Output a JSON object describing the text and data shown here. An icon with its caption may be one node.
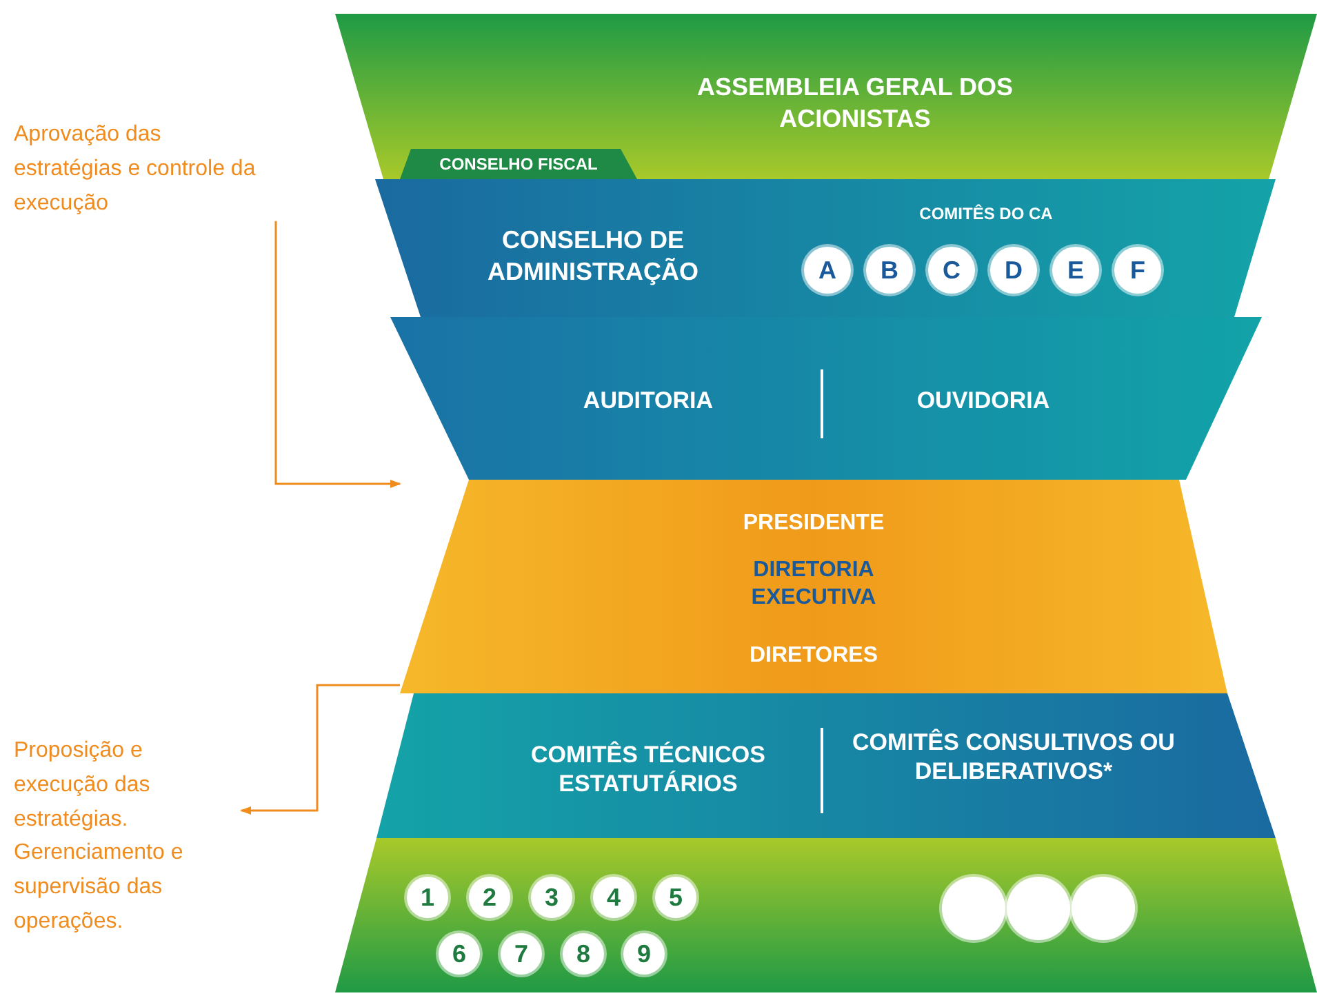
{
  "diagram": {
    "nodes": [
      {
        "text": [
          "ASSEMBLEIA GERAL DOS ACIONISTAS"
        ]
      },
      {
        "text": [
          "CONSELHO FISCAL"
        ],
        "in": 0
      },
      {
        "text": [
          "CONSELHO DE ADMINISTRAÇÃO",
          "COMITÊS DO CA"
        ]
      },
      {
        "text": [
          "A"
        ],
        "in": 2
      },
      {
        "text": [
          "B"
        ],
        "in": 2
      },
      {
        "text": [
          "C"
        ],
        "in": 2
      },
      {
        "text": [
          "D"
        ],
        "in": 2
      },
      {
        "text": [
          "E"
        ],
        "in": 2
      },
      {
        "text": [
          "F"
        ],
        "in": 2
      },
      {
        "text": [
          "AUDITORIA",
          "OUVIDORIA"
        ]
      },
      {
        "text": [
          "PRESIDENTE",
          "DIRETORIA EXECUTIVA",
          "DIRETORES"
        ]
      },
      {
        "text": [
          "COMITÊS TÉCNICOS ESTATUTÁRIOS",
          "COMITÊS CONSULTIVOS OU DELIBERATIVOS*"
        ]
      },
      {
        "text": [],
        "shape": "box"
      },
      {
        "text": [
          "1"
        ],
        "in": 12
      },
      {
        "text": [
          "2"
        ],
        "in": 12
      },
      {
        "text": [
          "3"
        ],
        "in": 12
      },
      {
        "text": [
          "4"
        ],
        "in": 12
      },
      {
        "text": [
          "5"
        ],
        "in": 12
      },
      {
        "text": [
          "6"
        ],
        "in": 12
      },
      {
        "text": [
          "7"
        ],
        "in": 12
      },
      {
        "text": [
          "8"
        ],
        "in": 12
      },
      {
        "text": [
          "9"
        ],
        "in": 12
      },
      {
        "text": [],
        "shape": "circle",
        "in": 12
      },
      {
        "text": [],
        "shape": "circle",
        "in": 12
      },
      {
        "text": [],
        "shape": "circle",
        "in": 12
      },
      {
        "text": [
          "Aprovação das estratégias e controle da execução"
        ]
      },
      {
        "text": [
          "Proposição e execução das estratégias. Gerenciamento e supervisão das operações."
        ]
      }
    ],
    "edges": [
      {
        "from": 25,
        "to": 10,
        "arrow": "to"
      },
      {
        "from": 10,
        "to": 26,
        "arrow": "to"
      }
    ]
  }
}
